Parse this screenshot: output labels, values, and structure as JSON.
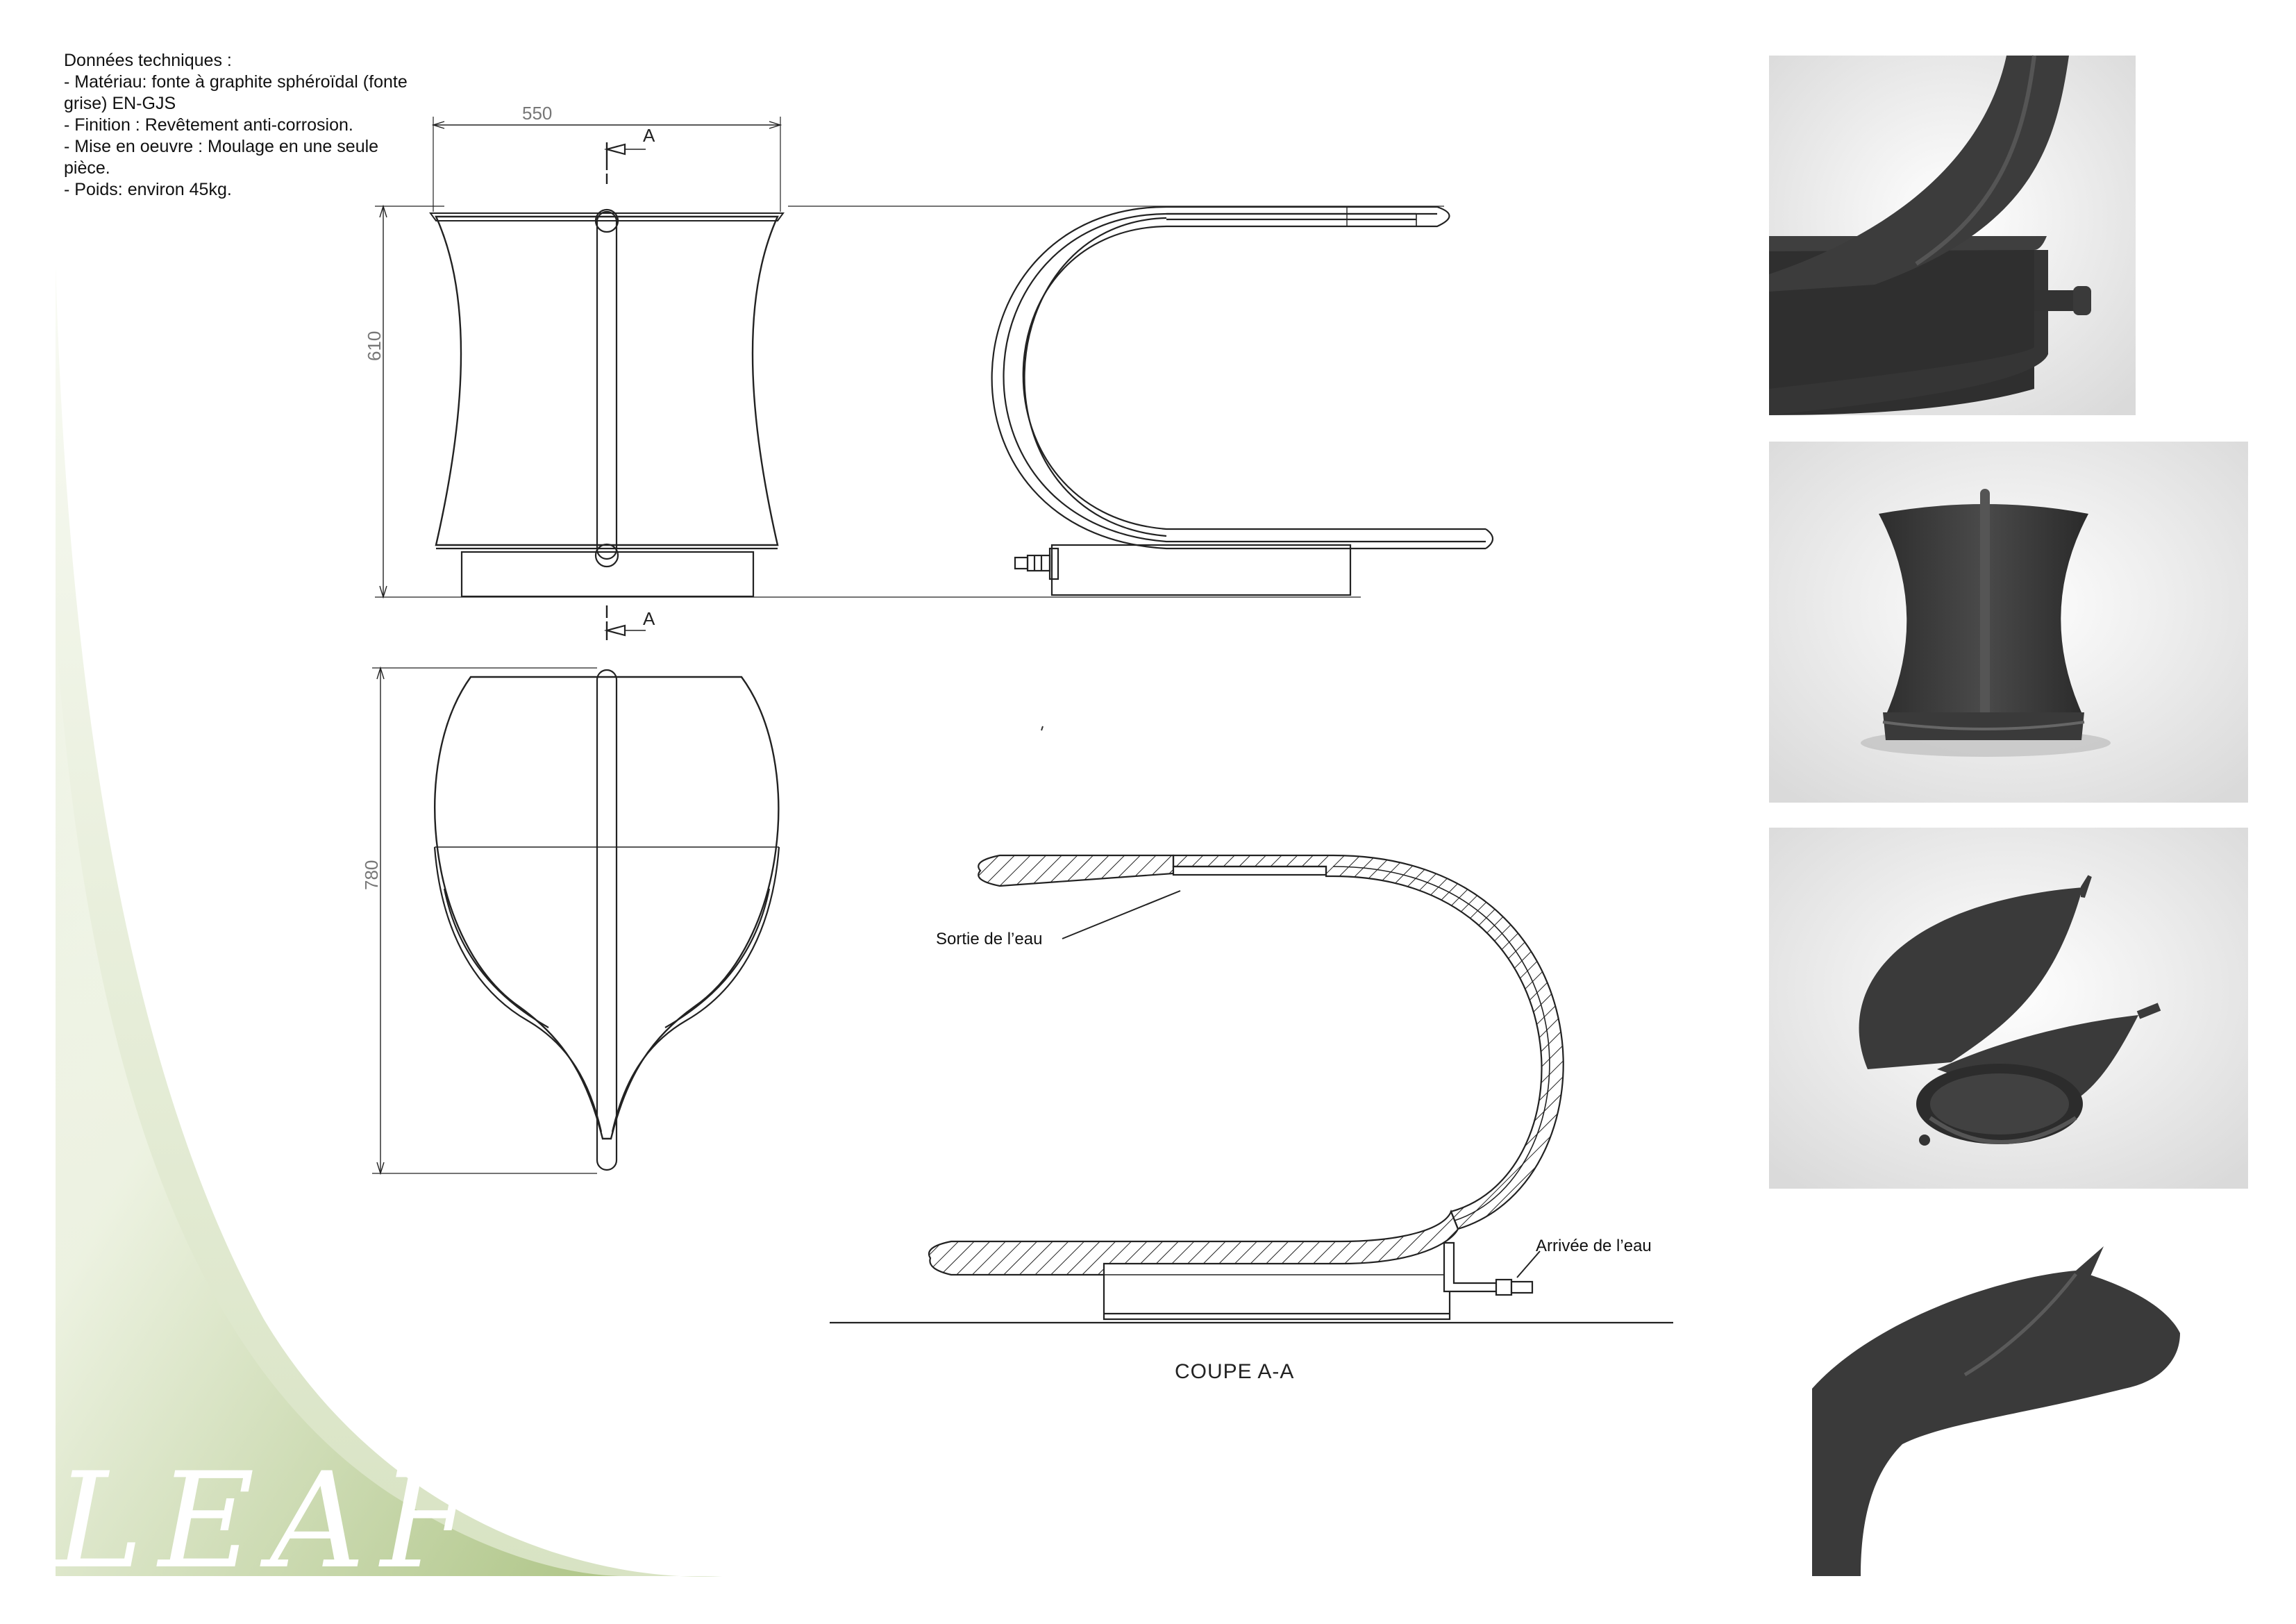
{
  "tech_notes": {
    "title": "Données techniques :",
    "lines": [
      "- Matériau: fonte à graphite sphéroïdal (fonte grise) EN-GJS",
      "- Finition : Revêtement anti-corrosion.",
      "- Mise en oeuvre : Moulage en une seule pièce.",
      "- Poids: environ 45kg."
    ]
  },
  "dimensions": {
    "width": "550",
    "height": "610",
    "depth": "780"
  },
  "section": {
    "marker_top": "A",
    "marker_bottom": "A",
    "title": "COUPE A-A",
    "outlet_label": "Sortie de l’eau",
    "inlet_label": "Arrivée de l’eau"
  },
  "brand": "LEAF",
  "colors": {
    "line": "#222222",
    "accent_green": "#a9c17f",
    "product_gray": "#3a3a3a"
  },
  "photos": [
    {
      "name": "detail-inlet",
      "icon": "water-inlet-closeup"
    },
    {
      "name": "front-view",
      "icon": "product-front"
    },
    {
      "name": "top-open-view",
      "icon": "product-leaf-open"
    },
    {
      "name": "leaf-tip-detail",
      "icon": "leaf-tip-closeup"
    }
  ]
}
